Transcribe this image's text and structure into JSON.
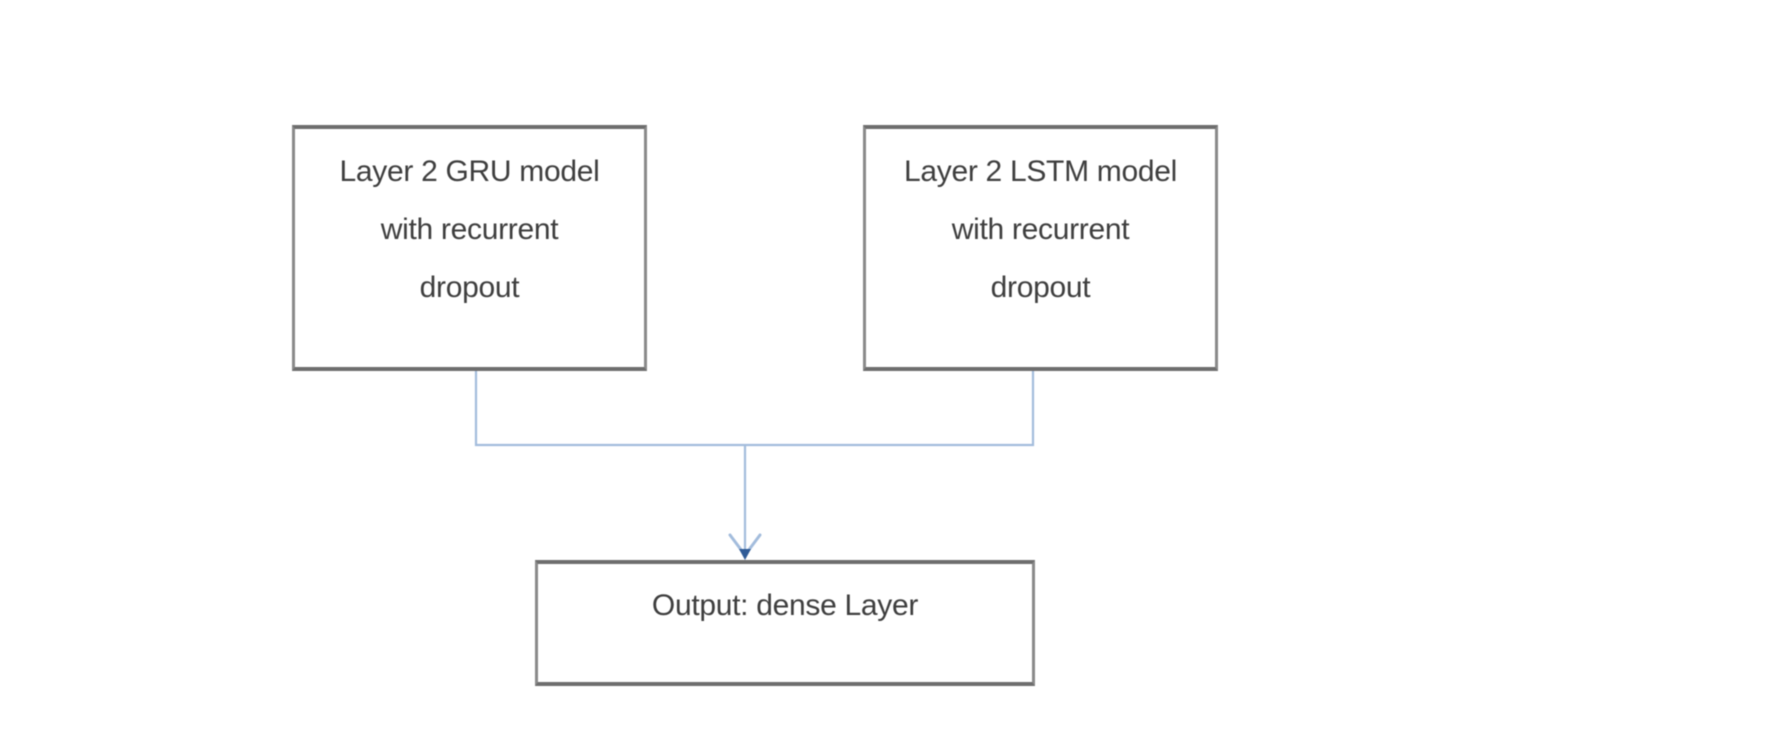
{
  "diagram": {
    "type": "flowchart",
    "nodes": {
      "gru": {
        "lines": [
          "Layer 2 GRU model",
          "with recurrent",
          "dropout"
        ]
      },
      "lstm": {
        "lines": [
          "Layer 2 LSTM model",
          "with recurrent",
          "dropout"
        ]
      },
      "output": {
        "lines": [
          "Output: dense Layer"
        ]
      }
    },
    "edges": [
      {
        "from": "gru",
        "to": "output"
      },
      {
        "from": "lstm",
        "to": "output"
      }
    ],
    "colors": {
      "background": "#ffffff",
      "box_fill": "#ffffff",
      "box_border": "#6e6e6e",
      "box_border_side": "#8a8a8a",
      "text": "#3e3e3e",
      "connector": "#a3bcdc",
      "arrowhead_tip": "#2f5b97"
    }
  }
}
